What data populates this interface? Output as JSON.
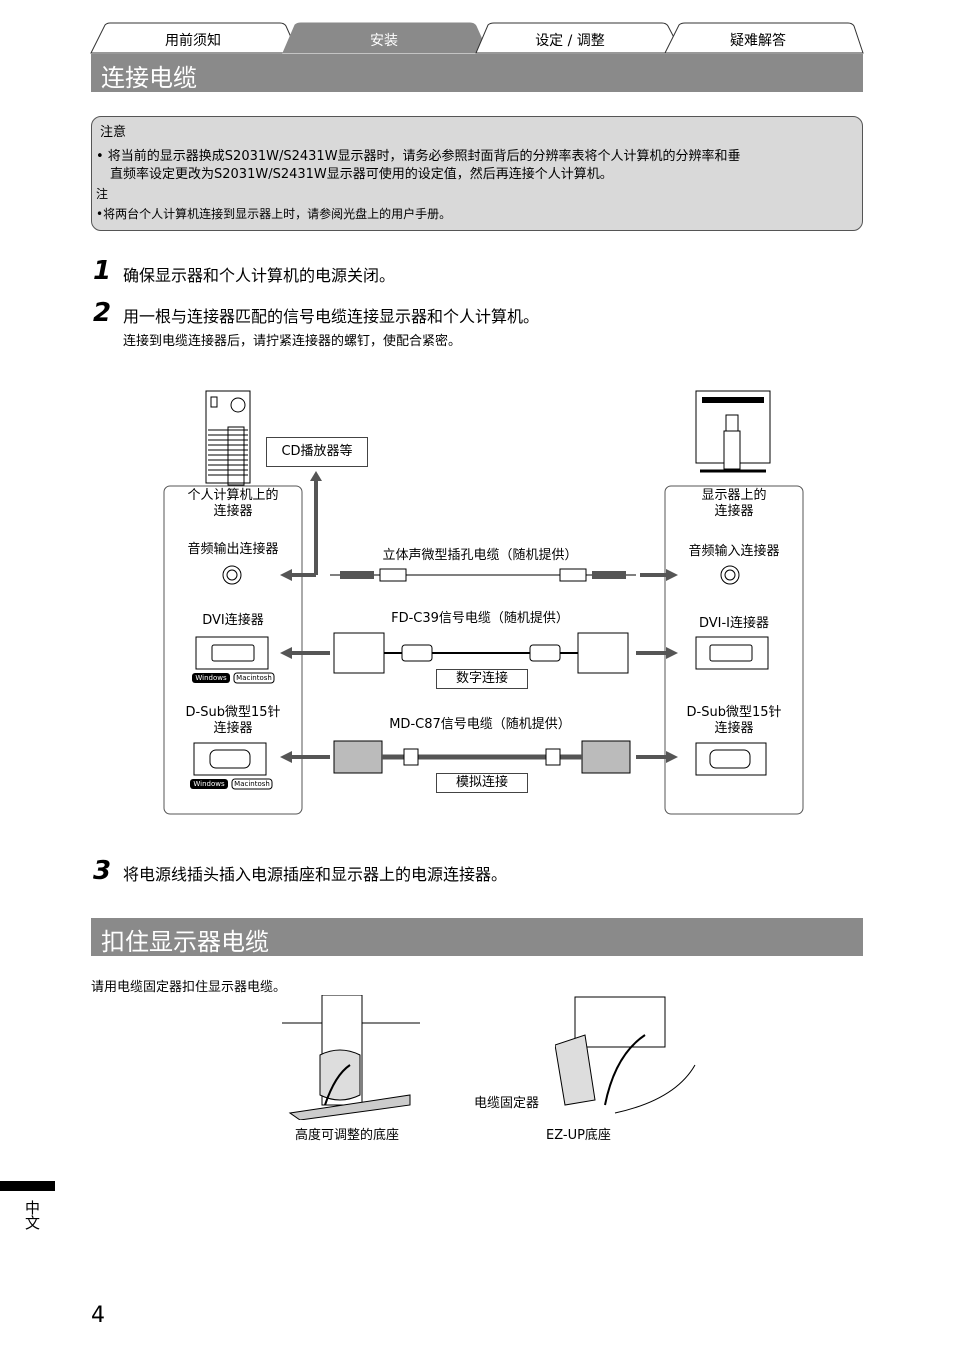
{
  "tabs": [
    "用前须知",
    "安装",
    "设定 / 调整",
    "疑难解答"
  ],
  "section1_title": "连接电缆",
  "notice": {
    "heading": "注意",
    "line1": "• 将当前的显示器换成S2031W/S2431W显示器时，请务必参照封面背后的分辨率表将个人计算机的分辨率和垂",
    "line2": "直频率设定更改为S2031W/S2431W显示器可使用的设定值，然后再连接个人计算机。",
    "note_heading": "注",
    "note_line": "•将两台个人计算机连接到显示器上时，请参阅光盘上的用户手册。"
  },
  "steps": [
    {
      "num": "1",
      "text": "确保显示器和个人计算机的电源关闭。"
    },
    {
      "num": "2",
      "text": "用一根与连接器匹配的信号电缆连接显示器和个人计算机。",
      "sub": "连接到电缆连接器后，请拧紧连接器的螺钉，使配合紧密。"
    },
    {
      "num": "3",
      "text": "将电源线插头插入电源插座和显示器上的电源连接器。"
    }
  ],
  "diagram": {
    "pc_title_1": "个人计算机上的",
    "pc_title_2": "连接器",
    "monitor_title_1": "显示器上的",
    "monitor_title_2": "连接器",
    "cd_player": "CD播放器等",
    "audio_out": "音频输出连接器",
    "audio_in": "音频输入连接器",
    "audio_cable": "立体声微型插孔电缆（随机提供）",
    "dvi_pc": "DVI连接器",
    "dvi_mon": "DVI-I连接器",
    "dvi_cable": "FD-C39信号电缆（随机提供）",
    "digital": "数字连接",
    "dsub_pc_1": "D-Sub微型15针",
    "dsub_pc_2": "连接器",
    "dsub_mon_1": "D-Sub微型15针",
    "dsub_mon_2": "连接器",
    "dsub_cable": "MD-C87信号电缆（随机提供）",
    "analog": "模拟连接",
    "windows": "Windows",
    "macintosh": "Macintosh"
  },
  "section2_title": "扣住显示器电缆",
  "section2_text": "请用电缆固定器扣住显示器电缆。",
  "holder_label": "电缆固定器",
  "stand1_caption": "高度可调整的底座",
  "stand2_caption": "EZ-UP底座",
  "side_lang": "中文",
  "page_number": "4"
}
